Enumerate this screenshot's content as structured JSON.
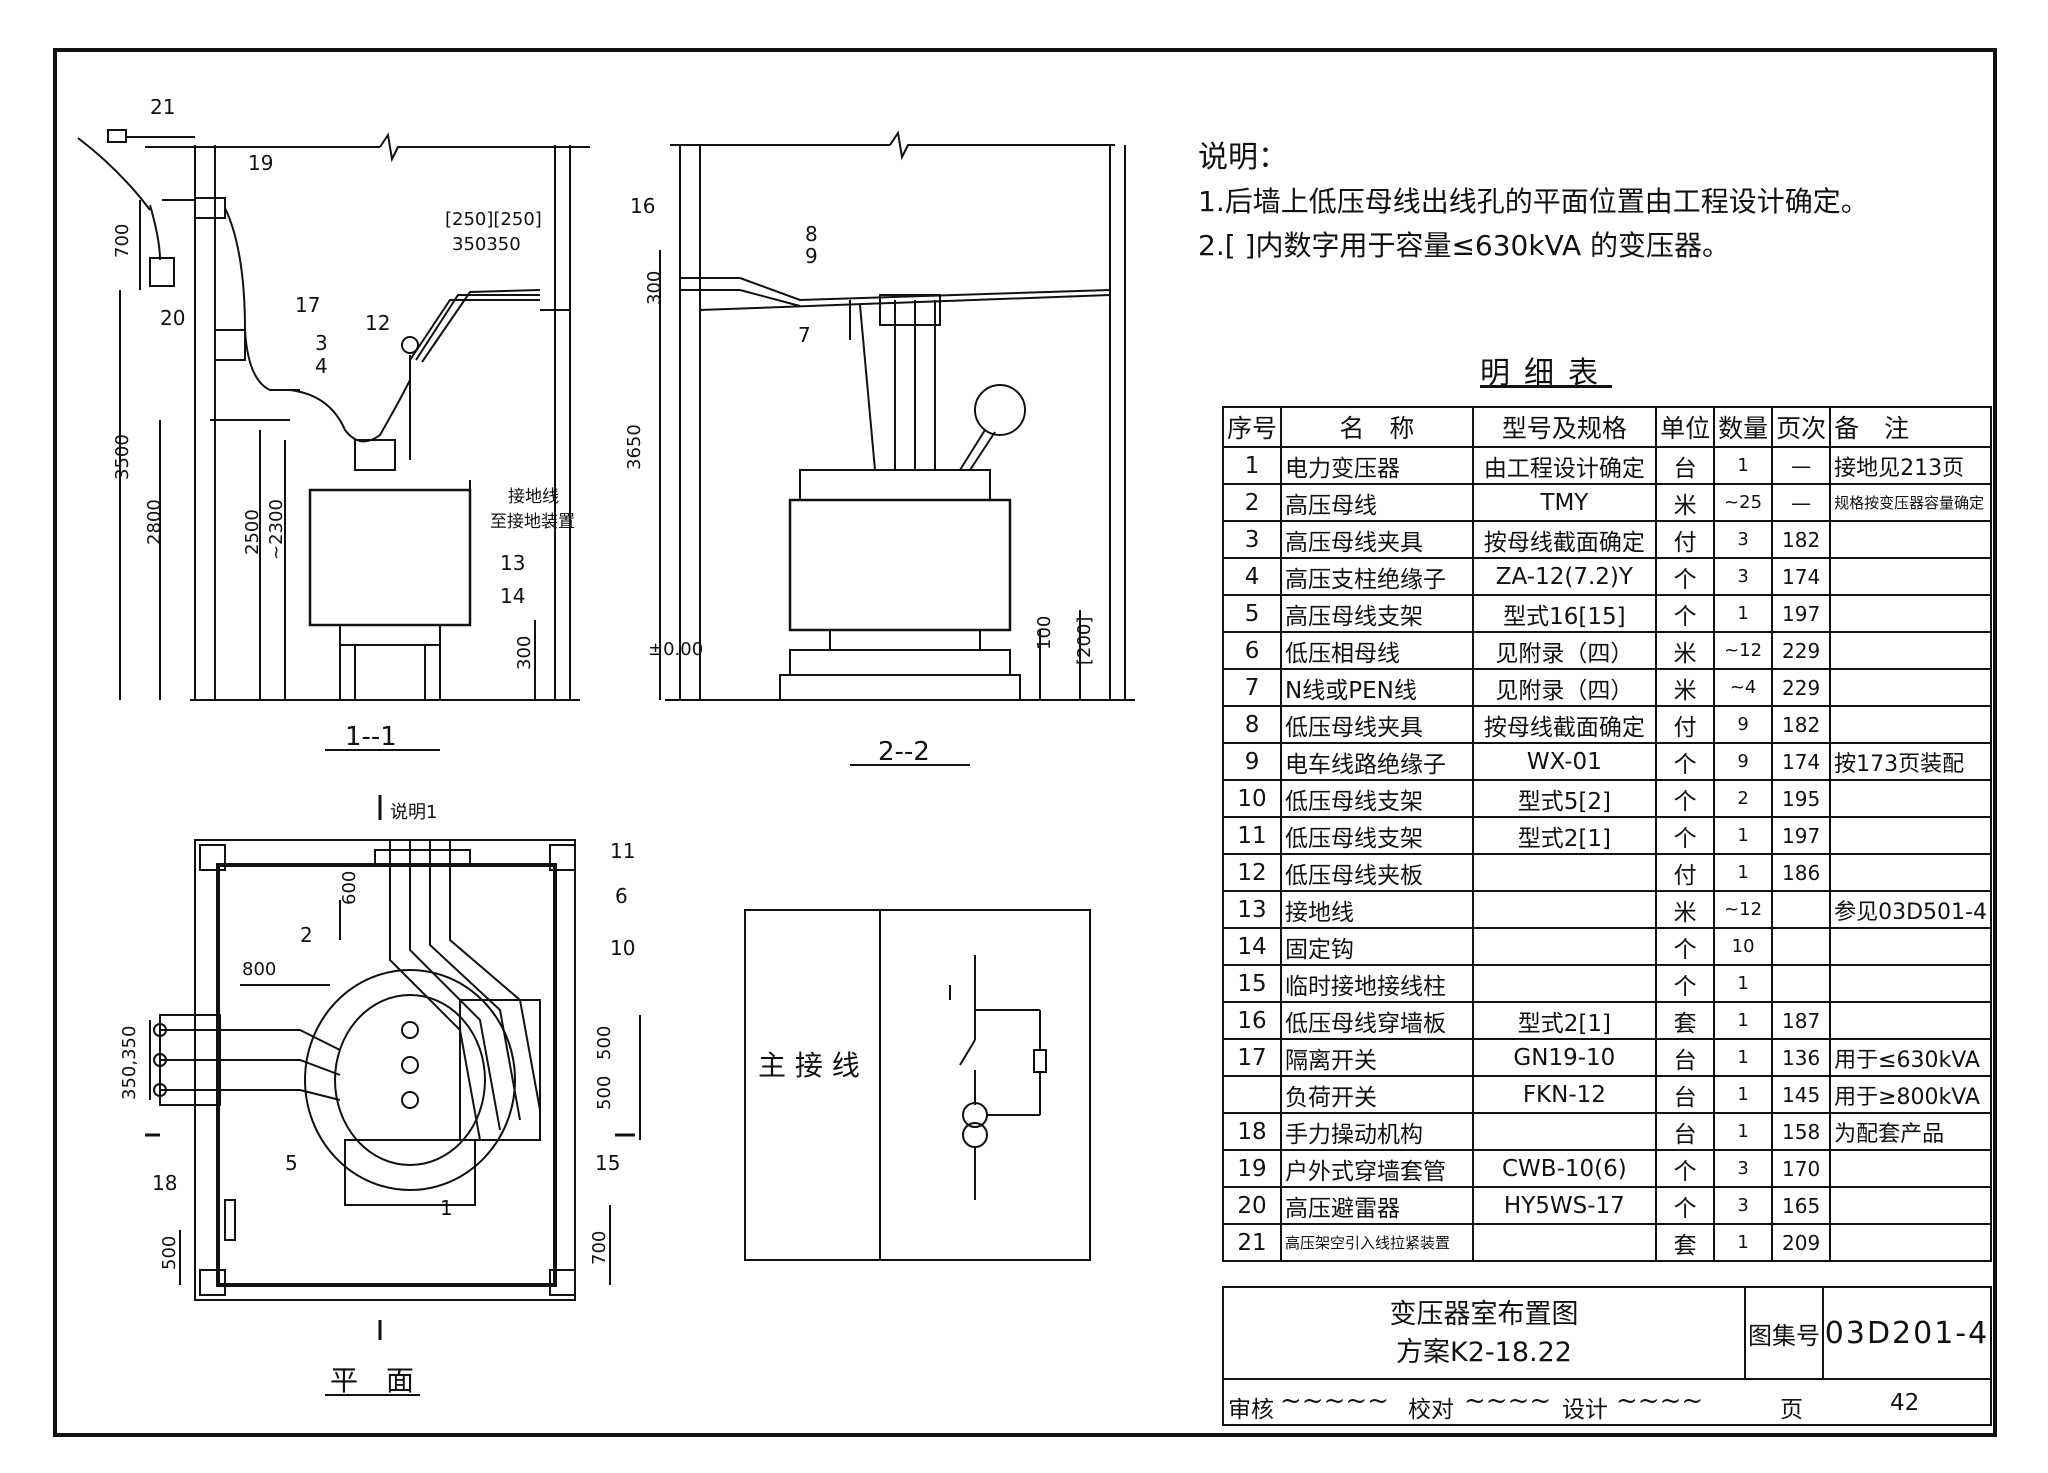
{
  "notes": {
    "heading": "说明：",
    "line1": "1.后墙上低压母线出线孔的平面位置由工程设计确定。",
    "line2": "2.[ ]内数字用于容量≤630kVA 的变压器。"
  },
  "bom": {
    "title": "明细表",
    "headers": [
      "序号",
      "名　称",
      "型号及规格",
      "单位",
      "数量",
      "页次",
      "备　注"
    ],
    "rows": [
      [
        "1",
        "电力变压器",
        "由工程设计确定",
        "台",
        "1",
        "—",
        "接地见213页"
      ],
      [
        "2",
        "高压母线",
        "TMY",
        "米",
        "~25",
        "—",
        "规格按变压器容量确定"
      ],
      [
        "3",
        "高压母线夹具",
        "按母线截面确定",
        "付",
        "3",
        "182",
        ""
      ],
      [
        "4",
        "高压支柱绝缘子",
        "ZA-12(7.2)Y",
        "个",
        "3",
        "174",
        ""
      ],
      [
        "5",
        "高压母线支架",
        "型式16[15]",
        "个",
        "1",
        "197",
        ""
      ],
      [
        "6",
        "低压相母线",
        "见附录（四）",
        "米",
        "~12",
        "229",
        ""
      ],
      [
        "7",
        "N线或PEN线",
        "见附录（四）",
        "米",
        "~4",
        "229",
        ""
      ],
      [
        "8",
        "低压母线夹具",
        "按母线截面确定",
        "付",
        "9",
        "182",
        ""
      ],
      [
        "9",
        "电车线路绝缘子",
        "WX-01",
        "个",
        "9",
        "174",
        "按173页装配"
      ],
      [
        "10",
        "低压母线支架",
        "型式5[2]",
        "个",
        "2",
        "195",
        ""
      ],
      [
        "11",
        "低压母线支架",
        "型式2[1]",
        "个",
        "1",
        "197",
        ""
      ],
      [
        "12",
        "低压母线夹板",
        "",
        "付",
        "1",
        "186",
        ""
      ],
      [
        "13",
        "接地线",
        "",
        "米",
        "~12",
        "",
        "参见03D501-4"
      ],
      [
        "14",
        "固定钩",
        "",
        "个",
        "10",
        "",
        ""
      ],
      [
        "15",
        "临时接地接线柱",
        "",
        "个",
        "1",
        "",
        ""
      ],
      [
        "16",
        "低压母线穿墙板",
        "型式2[1]",
        "套",
        "1",
        "187",
        ""
      ],
      [
        "17",
        "隔离开关",
        "GN19-10",
        "台",
        "1",
        "136",
        "用于≤630kVA"
      ],
      [
        "",
        "负荷开关",
        "FKN-12",
        "台",
        "1",
        "145",
        "用于≥800kVA"
      ],
      [
        "18",
        "手力操动机构",
        "",
        "台",
        "1",
        "158",
        "为配套产品"
      ],
      [
        "19",
        "户外式穿墙套管",
        "CWB-10(6)",
        "个",
        "3",
        "170",
        ""
      ],
      [
        "20",
        "高压避雷器",
        "HY5WS-17",
        "个",
        "3",
        "165",
        ""
      ],
      [
        "21",
        "高压架空引入线拉紧装置",
        "",
        "套",
        "1",
        "209",
        ""
      ]
    ]
  },
  "title_block": {
    "drawing_title": "变压器室布置图",
    "scheme": "方案K2-18.22",
    "atlas_label": "图集号",
    "atlas_no": "03D201-4",
    "review_label": "审核",
    "check_label": "校对",
    "design_label": "设计",
    "page_label": "页",
    "page_no": "42"
  },
  "views": {
    "section1_label": "1--1",
    "section2_label": "2--2",
    "plan_label": "平　面",
    "main_wiring_label": "主 接 线",
    "ground_note_1": "接地线",
    "ground_note_2": "至接地装置",
    "plan_note": "说明1"
  },
  "dims": {
    "d700": "700",
    "d3500": "3500",
    "d2800": "2800",
    "d2500": "2500",
    "d2300": "~2300",
    "d300": "300",
    "d250": "[250][250]",
    "d350": "350350",
    "d3650": "3650",
    "d300b": "300",
    "d100": "100",
    "d200": "[200]",
    "d000": "±0.00",
    "d600": "600",
    "d800": "800",
    "d350b": "350,350",
    "d500a": "500",
    "d500b": "500",
    "d500c": "500",
    "d700b": "700"
  },
  "callouts": [
    "21",
    "19",
    "20",
    "17",
    "3",
    "4",
    "12",
    "13",
    "14",
    "16",
    "8",
    "9",
    "7",
    "2",
    "11",
    "6",
    "10",
    "5",
    "15",
    "18",
    "1"
  ]
}
